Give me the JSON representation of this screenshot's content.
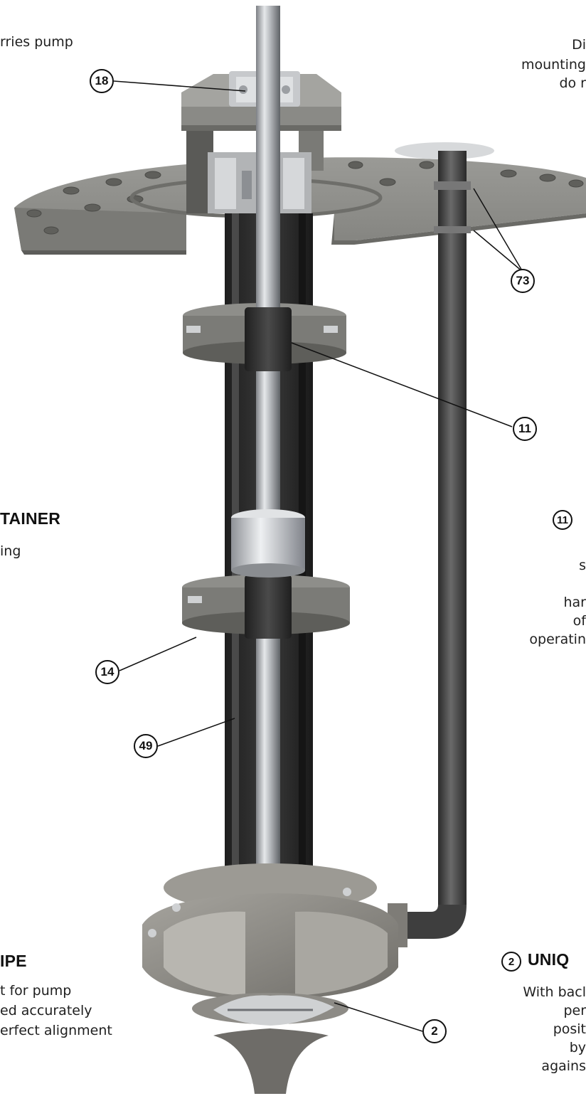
{
  "callouts": {
    "c18": "18",
    "c73": "73",
    "c11": "11",
    "c14": "14",
    "c49": "49",
    "c2": "2"
  },
  "text_fragments": {
    "top_left_line": "rries pump",
    "top_right_line1": "Di",
    "top_right_line2": "mounting",
    "top_right_line3": "do r",
    "left_heading": "TAINER",
    "left_line": "ing",
    "right_mid_num": "11",
    "right_mid_line1": "s",
    "right_mid_line2": "har",
    "right_mid_line3": "of",
    "right_mid_line4": "operatin",
    "bottom_left_heading": "IPE",
    "bottom_left_line1": "t for pump",
    "bottom_left_line2": "ed accurately",
    "bottom_left_line3": "erfect alignment",
    "bottom_right_num": "2",
    "bottom_right_heading": "UNIQ",
    "bottom_right_line1": "With bacl",
    "bottom_right_line2": "per",
    "bottom_right_line3": "posit",
    "bottom_right_line4": "by",
    "bottom_right_line5": "agains"
  },
  "colors": {
    "plate": "#8a8a86",
    "plate_dark": "#6e6e6a",
    "column_dark": "#2e2e2e",
    "shaft": "#b9bcc0",
    "bearing": "#3a3a3a",
    "pipe": "#4a4a4a",
    "casing": "#8d8b85",
    "steel_light": "#d8dadc"
  }
}
